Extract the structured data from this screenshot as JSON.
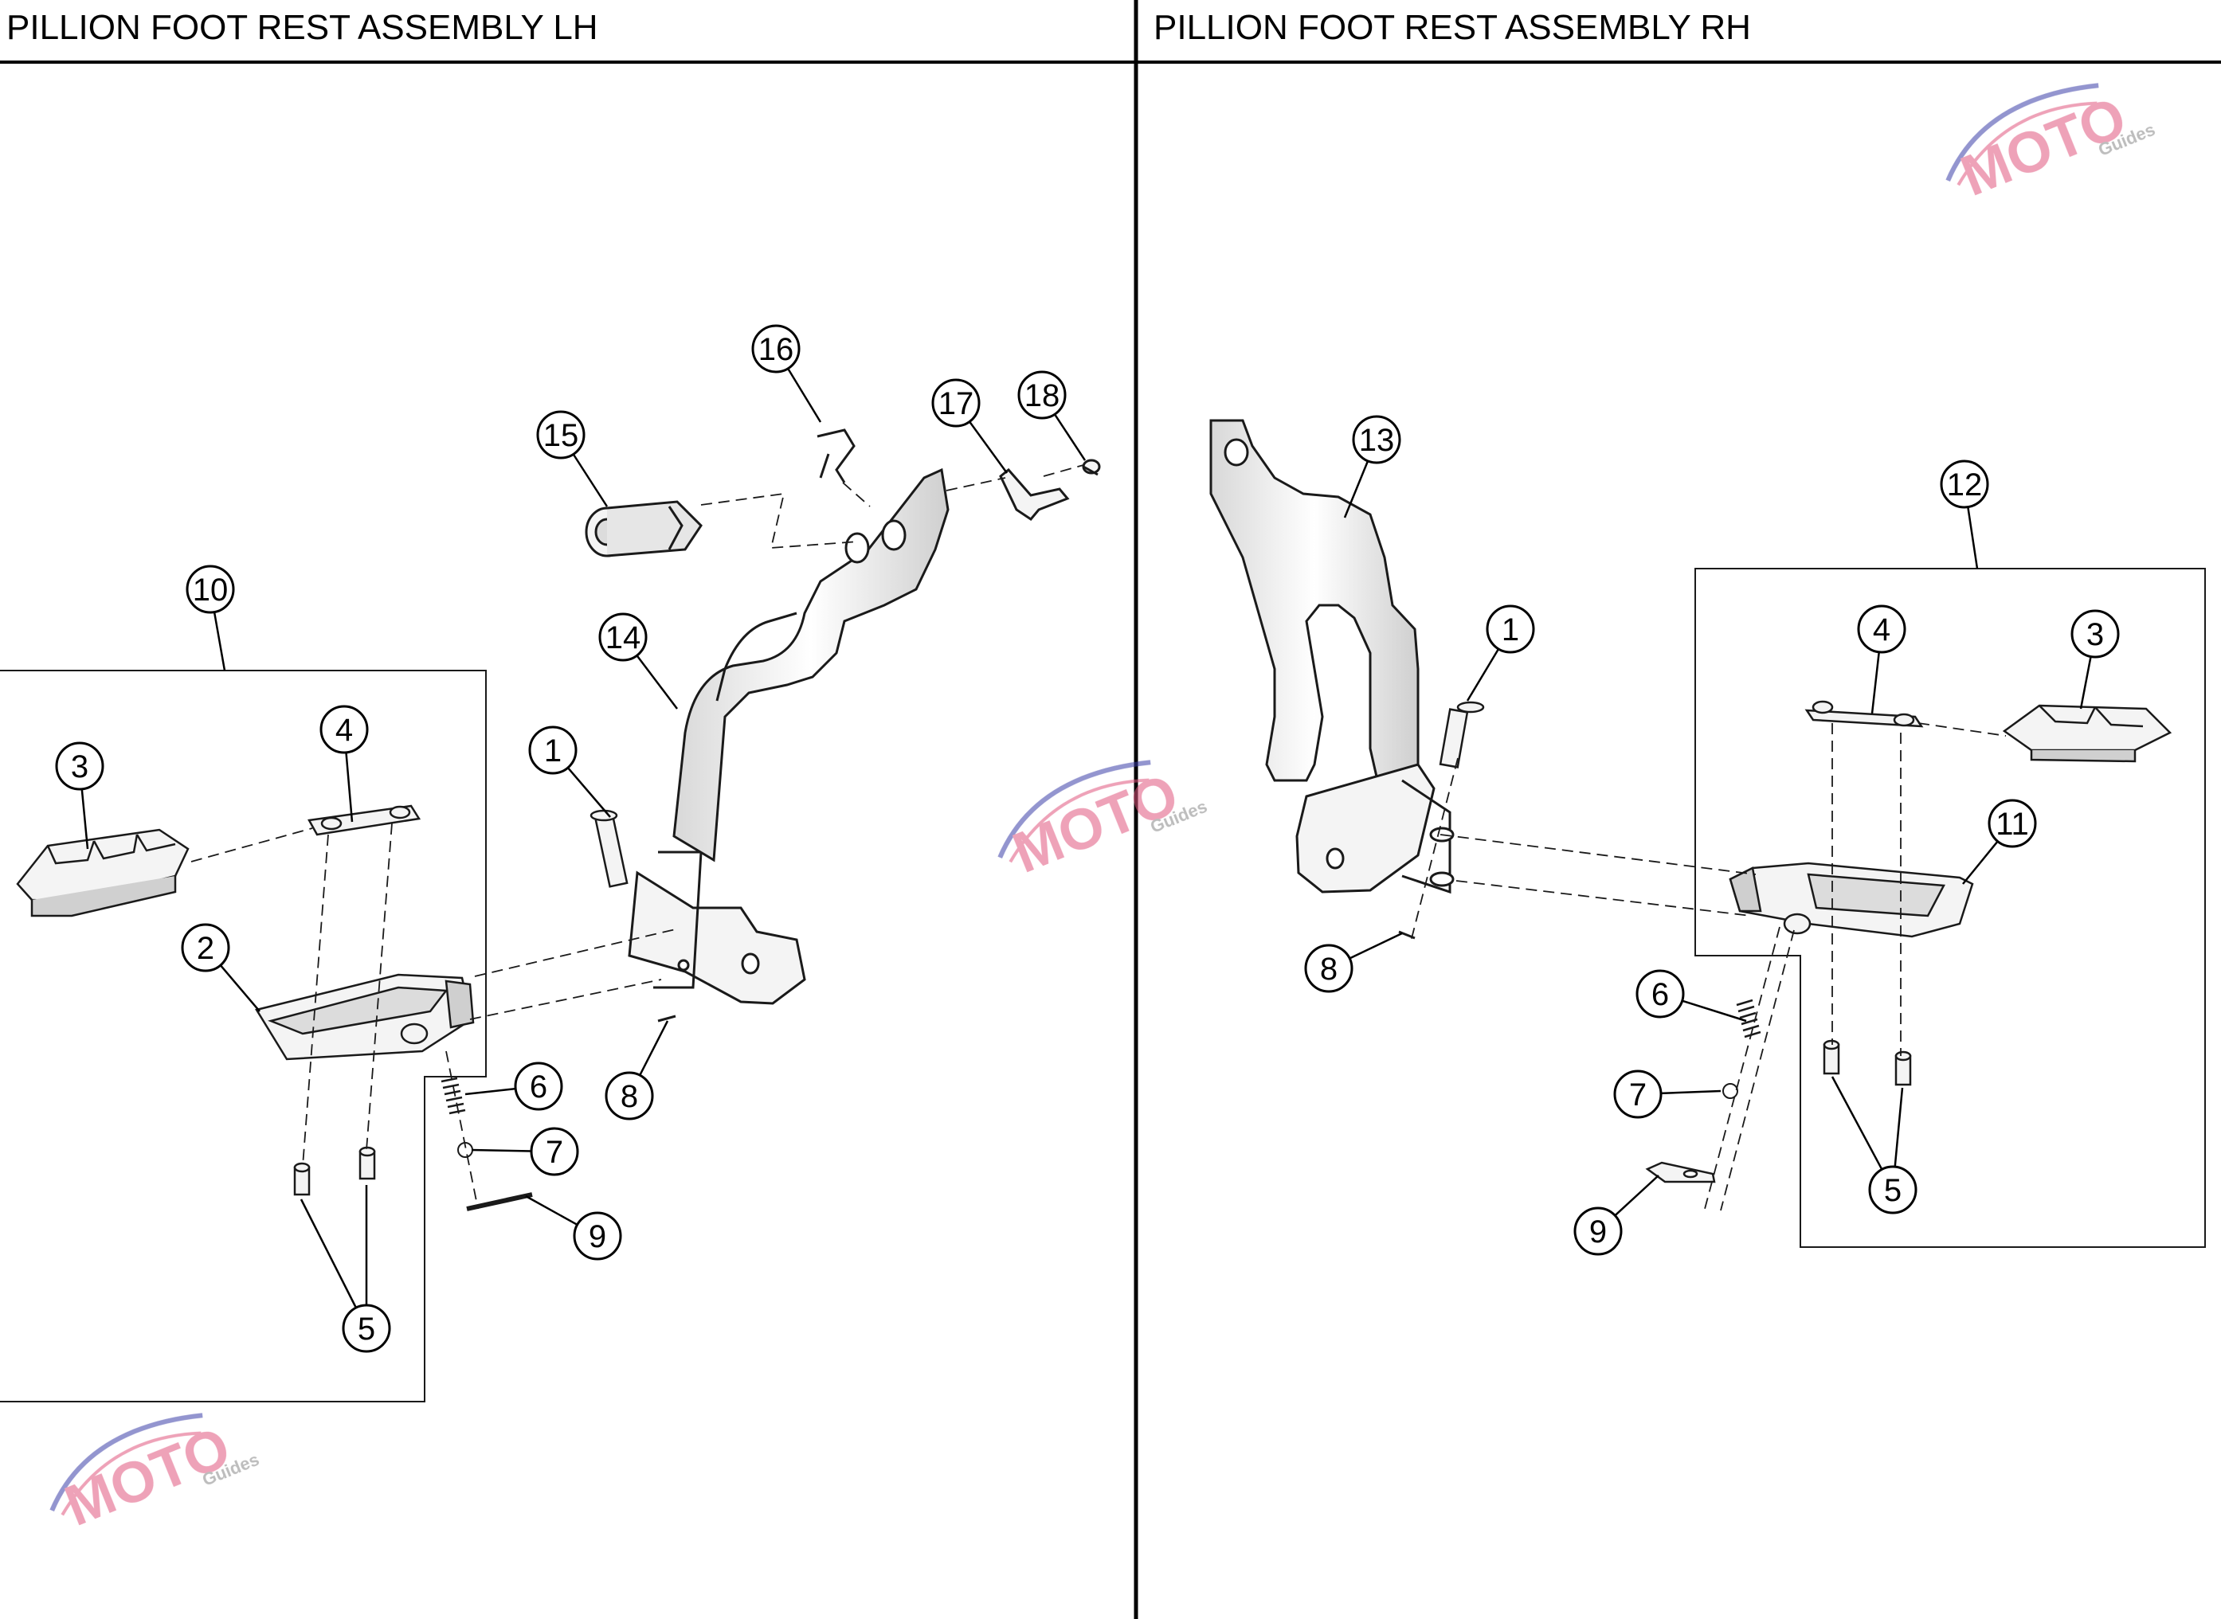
{
  "panels": {
    "lh": {
      "title": "PILLION FOOT REST ASSEMBLY LH"
    },
    "rh": {
      "title": "PILLION FOOT REST ASSEMBLY RH"
    }
  },
  "callouts_lh": [
    "1",
    "2",
    "3",
    "4",
    "5",
    "6",
    "7",
    "8",
    "9",
    "10",
    "14",
    "15",
    "16",
    "17",
    "18"
  ],
  "callouts_rh": [
    "1",
    "3",
    "4",
    "5",
    "6",
    "7",
    "8",
    "9",
    "11",
    "12",
    "13"
  ],
  "watermark": {
    "text": "MOTO",
    "subtext": "Guides"
  },
  "colors": {
    "line": "#1a1a1a",
    "part_fill": "#f4f4f4",
    "shade": "#bdbdbd",
    "watermark_blue": "#3b3ea8",
    "watermark_pink": "#e0577e"
  }
}
